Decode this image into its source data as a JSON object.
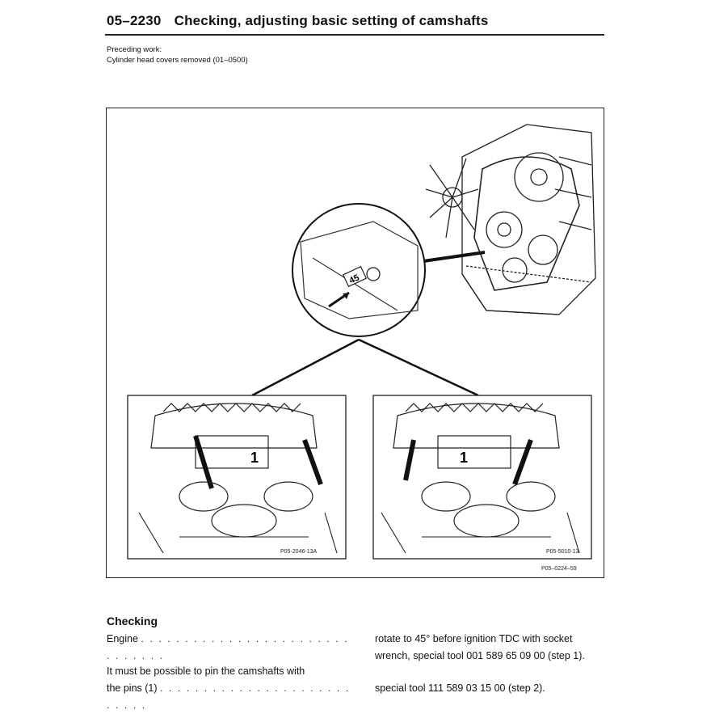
{
  "header": {
    "code": "05–2230",
    "title": "Checking, adjusting basic setting of camshafts"
  },
  "preceding": {
    "label": "Preceding work:",
    "text": "Cylinder head covers removed (01–0500)"
  },
  "figure": {
    "detail_mark": "45",
    "callout_left": "1",
    "callout_right": "1",
    "code_left": "P05-2046-13A",
    "code_right": "P05-5010-13",
    "code_main": "P05–0224–59"
  },
  "checking": {
    "heading": "Checking",
    "rows": [
      {
        "left": "Engine",
        "leader": ". . . . . . . . . . . . . . . . . . . . . . . . . . . . . . .",
        "right_lines": [
          "rotate to 45° before ignition TDC with socket",
          "wrench, special tool 001 589 65 09 00 (step 1)."
        ]
      },
      {
        "left_lines": [
          "It must be possible to pin the camshafts with",
          "the pins (1)"
        ],
        "leader": ". . . . . . . . . . . . . . . . . . . . . . . . . . .",
        "right_lines": [
          "special tool 111 589 03 15 00 (step 2)."
        ]
      }
    ]
  }
}
